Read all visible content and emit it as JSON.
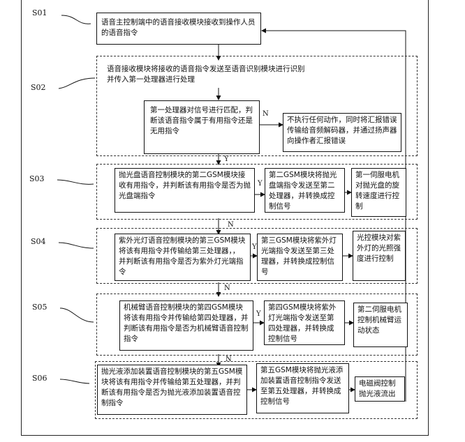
{
  "steps": [
    "S01",
    "S02",
    "S03",
    "S04",
    "S05",
    "S06"
  ],
  "boxes": {
    "s01": "语音主控制端中的语音接收模块接收到操作人员的语音指令",
    "s02_main": "语音接收模块将接收的语音指令发送至语音识别模块进行识别并传入第一处理器进行处理",
    "s02_judge": "第一处理器对信号进行匹配，判断该语音指令属于有用指令还是无用指令",
    "s02_error": "不执行任何动作，同时将汇报错误传输给音频解码器，并通过扬声器向操作者汇报错误",
    "s03_a": "抛光盘语音控制模块的第二GSM模块接收有用指令，并判断该有用指令是否为抛光盘端指令",
    "s03_b": "第二GSM模块将抛光盘端指令发送至第二处理器，并转换成控制信号",
    "s03_c": "第一伺服电机对抛光盘的旋转速度进行控制",
    "s04_a": "紫外光灯语音控制模块的第三GSM模块将该有用指令并传输给第三处理器，，并判断该有用指令是否为紫外灯光端指令",
    "s04_b": "第三GSM模块将紫外灯光端指令发送至第三处理器，并转换成控制信号",
    "s04_c": "光控模块对紫外灯的光照强度进行控制",
    "s05_a": "机械臂语音控制模块的第四GSM模块将该有用指令并传输给第四处理器，并判断该有用指令是否为机械臂语音控制指令",
    "s05_b": "第四GSM模块将紫外灯光端指令发送至第四处理器，并转换成控制信号",
    "s05_c": "第二伺服电机控制机械臂运动状态",
    "s06_a": "抛光液添加装置语音控制模块的第五GSM模块将该有用指令并传输给第五处理器，并判断该有用指令是否为抛光液添加装置语音控制指令",
    "s06_b": "第五GSM模块将抛光液添加装置语音控制指令发送至第五处理器，并转换成控制信号",
    "s06_c": "电磁阀控制抛光液流出"
  },
  "labels": {
    "yes": "Y",
    "no": "N"
  }
}
